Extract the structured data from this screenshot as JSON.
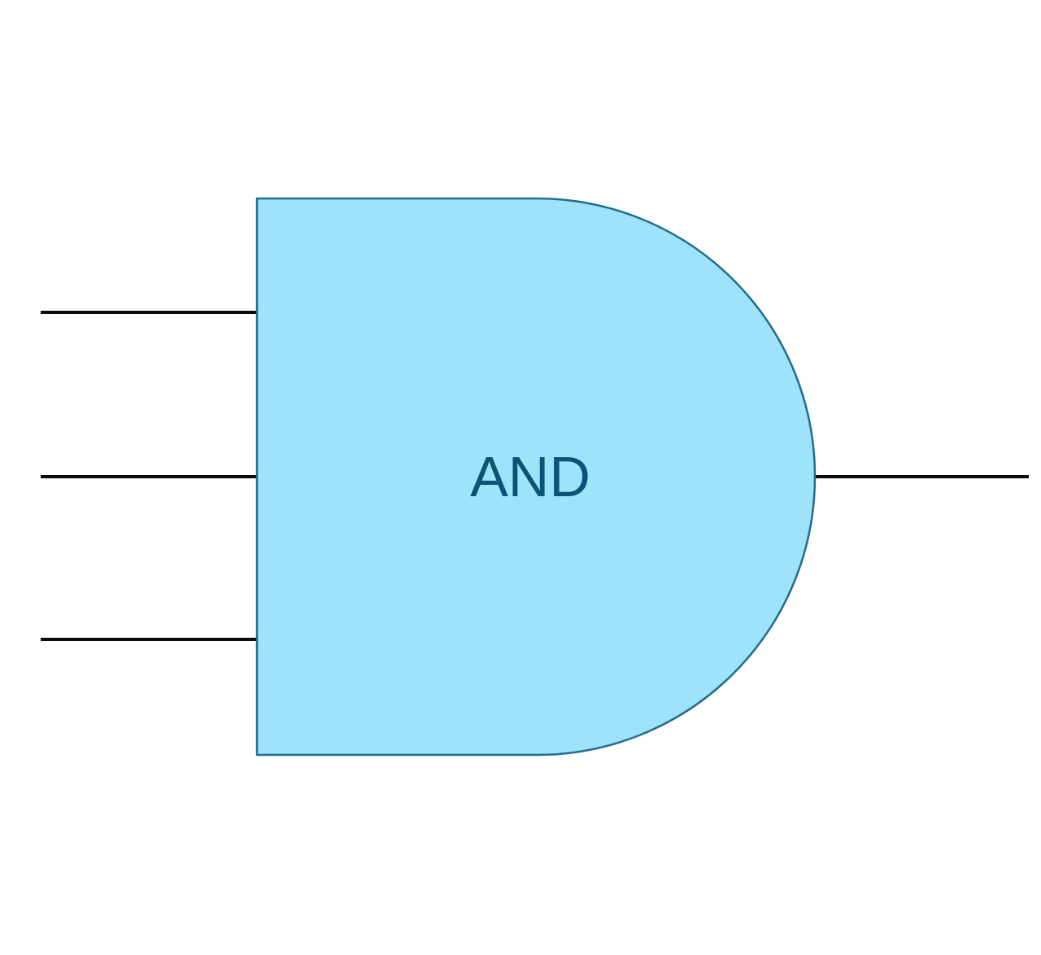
{
  "gate": {
    "label": "AND",
    "type": "and-gate",
    "input_count": 3,
    "output_count": 1
  },
  "colors": {
    "fill": "#9ee3f9",
    "stroke": "#1f6d8f",
    "label": "#0b5475",
    "wire": "#0b0b0b",
    "background": "#ffffff"
  }
}
